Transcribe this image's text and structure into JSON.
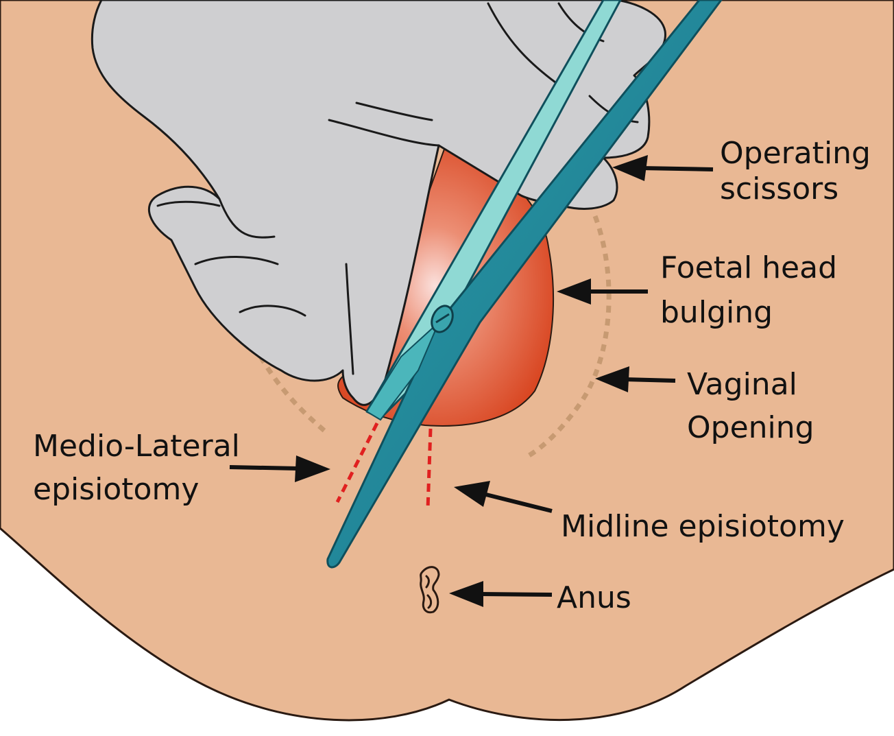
{
  "labels": {
    "operating_scissors": [
      "Operating",
      "scissors"
    ],
    "foetal_head": [
      "Foetal head",
      "bulging"
    ],
    "vaginal_opening": [
      "Vaginal",
      "Opening"
    ],
    "medio_lateral": [
      "Medio-Lateral",
      "episiotomy"
    ],
    "midline": "Midline episiotomy",
    "anus": "Anus"
  },
  "colors": {
    "skin": "#e9b894",
    "skin_outline": "#2a1a12",
    "glove": "#cfcfd1",
    "foetal_head": "#d8441f",
    "foetal_head_highlight": "#f6c9c3",
    "scissors": "#2b9aa6",
    "scissors_light": "#a6e3e0",
    "incision": "#e02020",
    "vaginal_outline": "#c79a72",
    "arrow": "#111111"
  }
}
